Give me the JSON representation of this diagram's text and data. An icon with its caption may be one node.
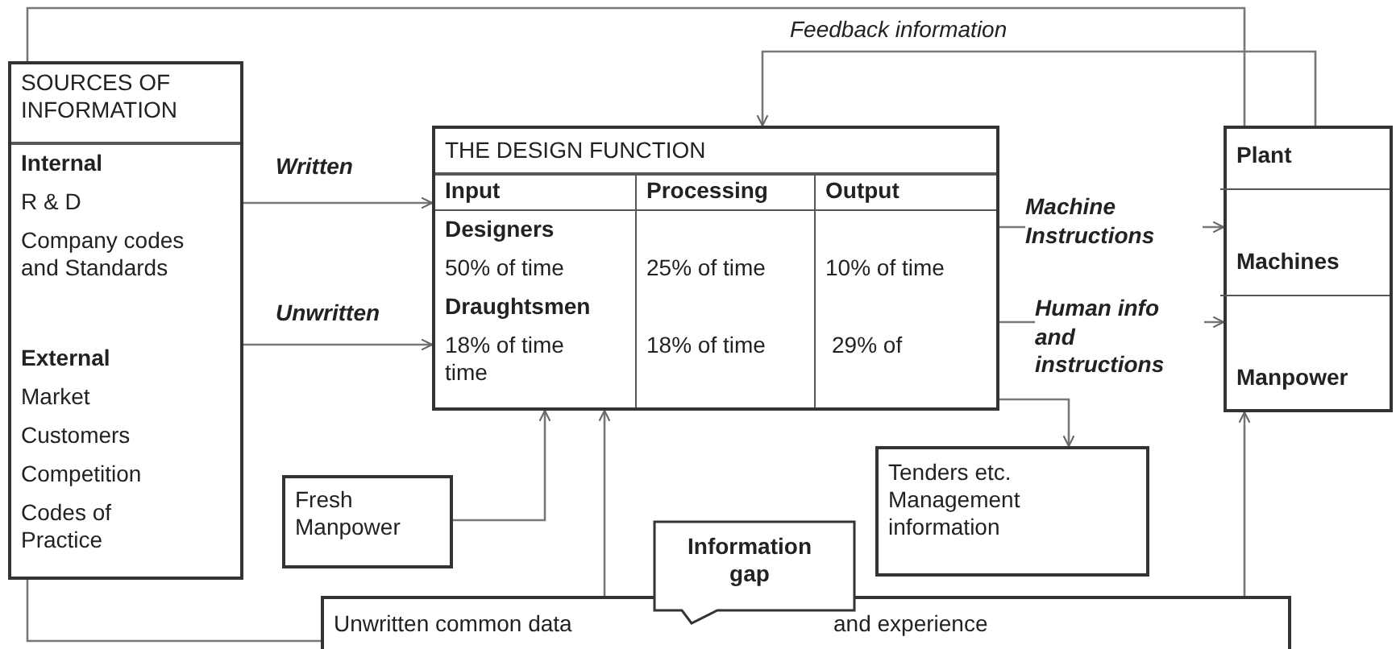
{
  "diagram": {
    "nodes": [
      {
        "text": [
          "SOURCES OF INFORMATION",
          "Internal",
          "R & D",
          "Company codes and Standards",
          "External",
          "Market",
          "Customers",
          "Competition",
          "Codes of Practice"
        ]
      },
      {
        "text": [
          "THE DESIGN FUNCTION",
          "Input",
          "Processing",
          "Output",
          "Designers",
          "50% of time",
          "25% of time",
          "10% of time",
          "Draughtsmen",
          "18% of time time",
          "18% of time",
          "29% of"
        ]
      },
      {
        "text": [
          "Plant",
          "Machines",
          "Manpower"
        ]
      },
      {
        "text": [
          "Fresh Manpower"
        ]
      },
      {
        "text": [
          "Tenders etc. Management information"
        ]
      },
      {
        "text": [
          "Unwritten common data",
          "and experience"
        ]
      },
      {
        "text": [
          "Information gap"
        ]
      }
    ],
    "edges": [
      {
        "from": 0,
        "to": 1,
        "arrow": "to",
        "label": "Written"
      },
      {
        "from": 0,
        "to": 1,
        "arrow": "to",
        "label": "Unwritten"
      },
      {
        "from": 2,
        "to": 1,
        "arrow": "to",
        "label": "Feedback information"
      },
      {
        "from": 1,
        "to": 2,
        "arrow": "to",
        "label": "Machine Instructions"
      },
      {
        "from": 1,
        "to": 2,
        "arrow": "to",
        "label": "Human info and instructions"
      },
      {
        "from": 1,
        "to": 4,
        "arrow": "to"
      },
      {
        "from": 3,
        "to": 1,
        "arrow": "to"
      },
      {
        "from": 5,
        "to": 1,
        "arrow": "to"
      },
      {
        "from": null,
        "to": 2,
        "arrow": "to"
      }
    ]
  }
}
